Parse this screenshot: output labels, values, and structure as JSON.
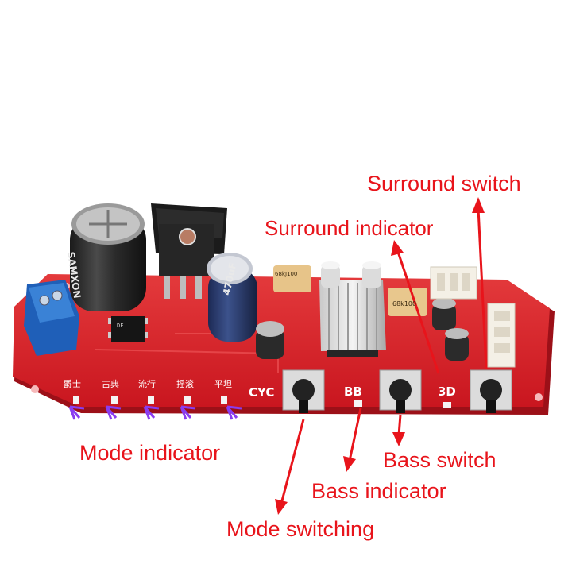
{
  "annotations": {
    "surround_switch": "Surround switch",
    "surround_indicator": "Surround indicator",
    "mode_indicator": "Mode indicator",
    "bass_switch": "Bass switch",
    "bass_indicator": "Bass indicator",
    "mode_switching": "Mode switching"
  },
  "board_silkscreen": {
    "cyc": "CYC",
    "bb": "BB",
    "three_d": "3D",
    "modes": [
      "爵士",
      "古典",
      "流行",
      "摇滚",
      "平坦"
    ]
  },
  "component_markings": {
    "big_capacitor": "SAMXON",
    "small_capacitor": "470uF",
    "bridge_rectifier": "DF",
    "film_cap_1": "68kJ100",
    "film_cap_2": "68k100"
  },
  "colors": {
    "annotation_red": "#e8141b",
    "pcb_red": "#d8202a",
    "arrow_purple": "#8a3cf0"
  }
}
